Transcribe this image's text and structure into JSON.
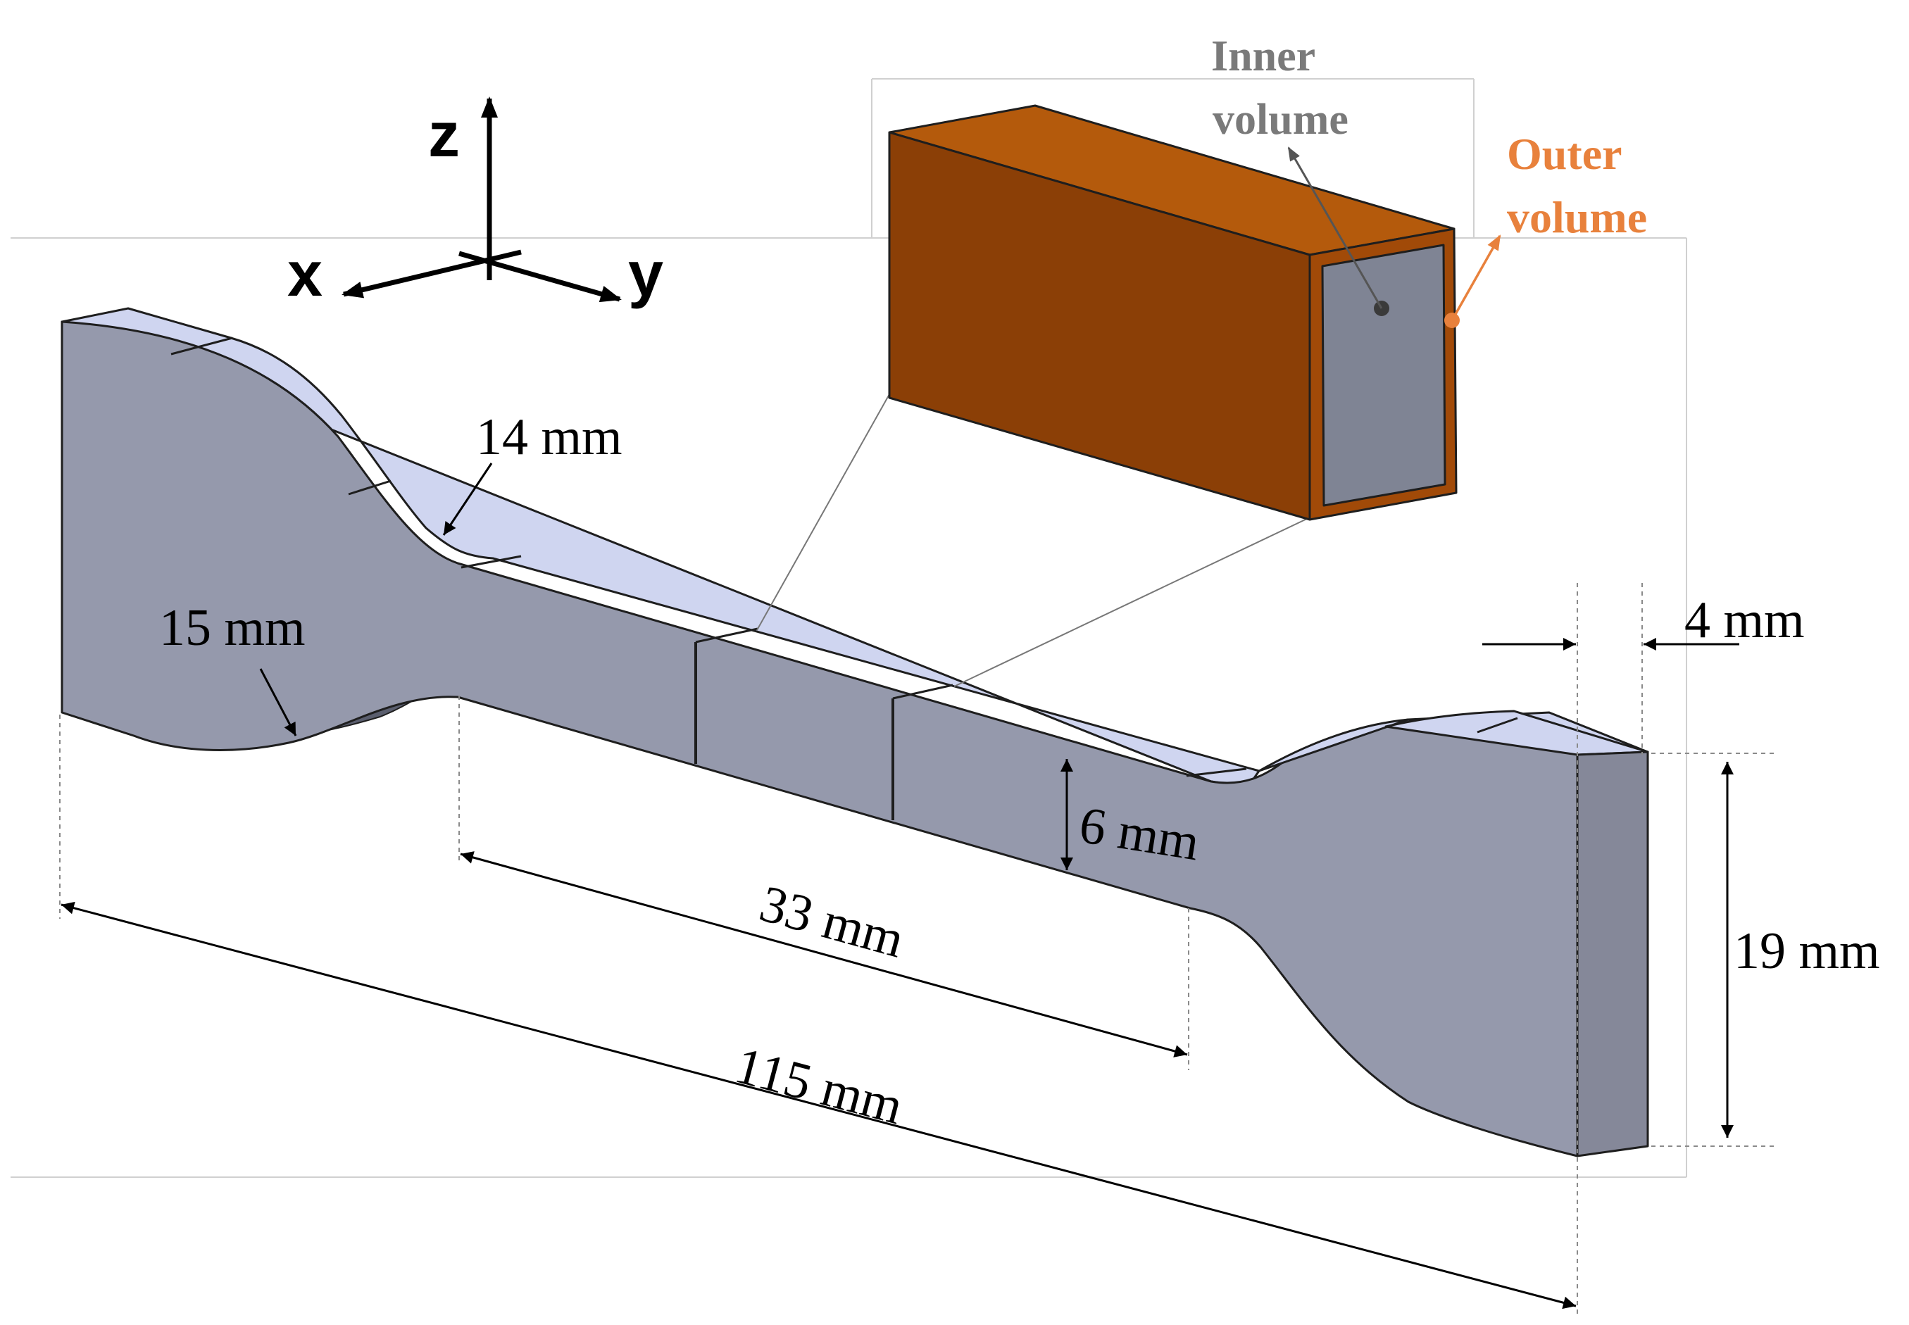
{
  "axes": {
    "z_label": "z",
    "x_label": "x",
    "y_label": "y"
  },
  "dimensions": {
    "grip_radius_top": "14 mm",
    "grip_radius_bottom": "15 mm",
    "thickness": "4 mm",
    "gauge_width": "6 mm",
    "gauge_length": "33 mm",
    "total_length": "115 mm",
    "grip_width": "19 mm"
  },
  "inset": {
    "inner_label_line1": "Inner",
    "inner_label_line2": "volume",
    "outer_label_line1": "Outer",
    "outer_label_line2": "volume"
  },
  "colors": {
    "inner_label": "#7a7a7a",
    "outer_label": "#e8813c",
    "outer_volume_front": "#8b3f06",
    "outer_volume_top": "#b45a0c",
    "inner_volume": "#7f8494",
    "specimen_face": "#9599ac",
    "specimen_top": "#cfd5f0"
  }
}
